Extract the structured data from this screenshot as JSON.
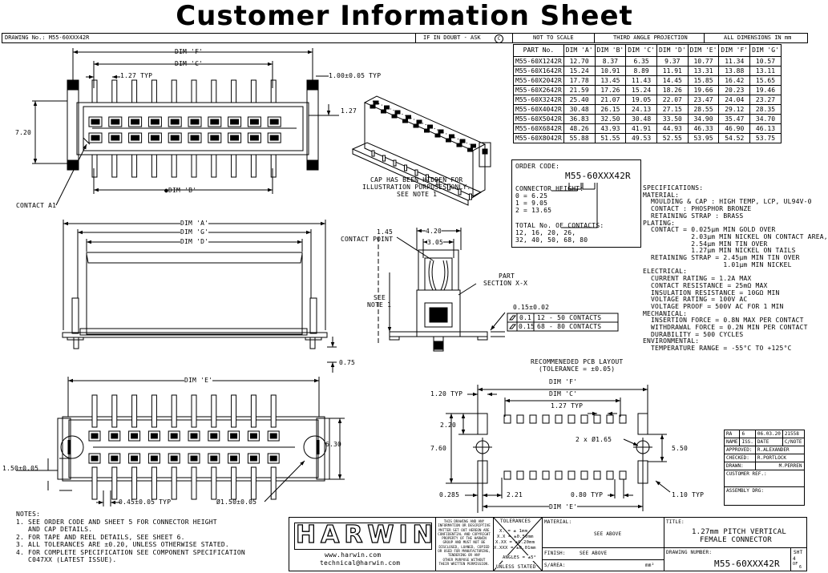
{
  "title": "Customer Information Sheet",
  "header": {
    "drawing_no": "DRAWING No.: M55-60XXX42R",
    "if_in_doubt": "IF IN DOUBT - ASK",
    "copyright_symbol": "C",
    "not_to_scale": "NOT TO SCALE",
    "projection": "THIRD ANGLE PROJECTION",
    "dimensions": "ALL DIMENSIONS IN mm"
  },
  "part_table": {
    "columns": [
      "PART No.",
      "DIM 'A'",
      "DIM 'B'",
      "DIM 'C'",
      "DIM 'D'",
      "DIM 'E'",
      "DIM 'F'",
      "DIM 'G'"
    ],
    "rows": [
      [
        "M55-60X1242R",
        "12.70",
        "8.37",
        "6.35",
        "9.37",
        "10.77",
        "11.34",
        "10.57"
      ],
      [
        "M55-60X1642R",
        "15.24",
        "10.91",
        "8.89",
        "11.91",
        "13.31",
        "13.88",
        "13.11"
      ],
      [
        "M55-60X2042R",
        "17.78",
        "13.45",
        "11.43",
        "14.45",
        "15.85",
        "16.42",
        "15.65"
      ],
      [
        "M55-60X2642R",
        "21.59",
        "17.26",
        "15.24",
        "18.26",
        "19.66",
        "20.23",
        "19.46"
      ],
      [
        "M55-60X3242R",
        "25.40",
        "21.07",
        "19.05",
        "22.07",
        "23.47",
        "24.04",
        "23.27"
      ],
      [
        "M55-60X4042R",
        "30.48",
        "26.15",
        "24.13",
        "27.15",
        "28.55",
        "29.12",
        "28.35"
      ],
      [
        "M55-60X5042R",
        "36.83",
        "32.50",
        "30.48",
        "33.50",
        "34.90",
        "35.47",
        "34.70"
      ],
      [
        "M55-60X6842R",
        "48.26",
        "43.93",
        "41.91",
        "44.93",
        "46.33",
        "46.90",
        "46.13"
      ],
      [
        "M55-60X8042R",
        "55.88",
        "51.55",
        "49.53",
        "52.55",
        "53.95",
        "54.52",
        "53.75"
      ]
    ]
  },
  "order_code": {
    "label": "ORDER CODE:",
    "code": "M55-60XXX42R",
    "height_title": "CONNECTOR HEIGHT:",
    "heights": [
      "0 = 6.25",
      "1 = 9.05",
      "2 = 13.65"
    ],
    "contacts_title": "TOTAL No. OF CONTACTS:",
    "contacts_1": "12, 16, 20, 26,",
    "contacts_2": "32, 40, 50, 68, 80"
  },
  "specs": [
    "SPECIFICATIONS:",
    "MATERIAL:",
    "  MOULDING & CAP : HIGH TEMP, LCP, UL94V-0",
    "  CONTACT : PHOSPHOR BRONZE",
    "  RETAINING STRAP : BRASS",
    "PLATING:",
    "  CONTACT = 0.025µm MIN GOLD OVER",
    "            2.03µm MIN NICKEL ON CONTACT AREA,",
    "            2.54µm MIN TIN OVER",
    "            1.27µm MIN NICKEL ON TAILS",
    "  RETAINING STRAP = 2.45µm MIN TIN OVER",
    "                    1.01µm MIN NICKEL",
    "ELECTRICAL:",
    "  CURRENT RATING = 1.2A MAX",
    "  CONTACT RESISTANCE = 25mΩ MAX",
    "  INSULATION RESISTANCE = 10GΩ MIN",
    "  VOLTAGE RATING = 100V AC",
    "  VOLTAGE PROOF = 500V AC FOR 1 MIN",
    "MECHANICAL:",
    "  INSERTION FORCE = 0.8N MAX PER CONTACT",
    "  WITHDRAWAL FORCE = 0.2N MIN PER CONTACT",
    "  DURABILITY = 500 CYCLES",
    "ENVIRONMENTAL:",
    "  TEMPERATURE RANGE = -55°C TO +125°C"
  ],
  "labels": {
    "dim_f": "DIM 'F'",
    "dim_c": "DIM 'C'",
    "typ_127": "1.27 TYP",
    "typ_100": "1.00±0.05 TYP",
    "dim_127": "1.27",
    "dim_720": "7.20",
    "dim_b": "●DIM 'B'",
    "contact_a1": "CONTACT A1",
    "cap_note_1": "CAP HAS BEEN HIDDEN FOR",
    "cap_note_2": "ILLUSTRATION PURPOSES ONLY.",
    "cap_note_3": "SEE NOTE 1",
    "dim_a": "DIM 'A'",
    "dim_g": "DIM 'G'",
    "dim_d": "DIM 'D'",
    "dim_075": "0.75",
    "dim_145": "1.45",
    "contact_point": "CONTACT POINT",
    "dim_420": "4.20",
    "dim_305": "3.05",
    "see_note_1": "SEE",
    "see_note_2": "NOTE 1",
    "part_section_1": "PART",
    "part_section_2": "SECTION X-X",
    "flat_015": "0.15±0.02",
    "tol_01": "0.1",
    "tol_01_text": "12 - 50 CONTACTS",
    "tol_015": "0.15",
    "tol_015_text": "68 - 80 CONTACTS",
    "dim_e": "DIM 'E'",
    "dim_630": "6.30",
    "dim_150": "1.50±0.05",
    "dim_045": "0.45±0.05 TYP",
    "dia_150": "Ø1.50±0.05",
    "pcb_title_1": "RECOMMENEDED PCB LAYOUT",
    "pcb_title_2": "(TOLERANCE = ±0.05)",
    "pcb_dim_f": "DIM 'F'",
    "pcb_dim_c": "DIM 'C'",
    "pcb_120": "1.20 TYP",
    "pcb_127": "1.27 TYP",
    "pcb_220": "2.20",
    "pcb_760": "7.60",
    "pcb_hole": "2 x Ø1.65",
    "pcb_550": "5.50",
    "pcb_0285": "0.285",
    "pcb_221": "2.21",
    "pcb_080": "0.80 TYP",
    "pcb_110": "1.10 TYP",
    "pcb_dim_e": "DIM 'E'"
  },
  "notes": [
    "NOTES:",
    "1. SEE ORDER CODE AND SHEET 5 FOR CONNECTOR HEIGHT",
    "   AND CAP DETAILS.",
    "2. FOR TAPE AND REEL DETAILS, SEE SHEET 6.",
    "3. ALL TOLERANCES ARE ±0.20, UNLESS OTHERWISE STATED.",
    "4. FOR COMPLETE SPECIFICATION SEE COMPONENT SPECIFICATION",
    "   C047XX (LATEST ISSUE)."
  ],
  "title_block": {
    "logo": "HARWIN",
    "web": "www.harwin.com",
    "email": "technical@harwin.com",
    "confidential": [
      "THIS DRAWING AND ANY",
      "INFORMATION OR DESCRIPTIVE",
      "MATTER SET OUT HEREON ARE",
      "CONFIDENTIAL AND COPYRIGHT",
      "PROPERTY OF THE HARWIN",
      "GROUP AND MUST NOT BE",
      "DISCLOSED, LOANED, COPIED",
      "OR USED FOR MANUFACTURING,",
      "TENDERING OR ANY",
      "OTHER PURPOSE WITHOUT",
      "THEIR WRITTEN PERMISSION."
    ],
    "tolerances": "TOLERANCES",
    "tol_lines": [
      "X. = ± 1mm",
      "X.X = ±0.50mm",
      "X.XX = ±0.20mm",
      "X.XXX = ±0.01mm"
    ],
    "angles": "ANGLES = ±5°",
    "unless": "UNLESS STATED",
    "material_label": "MATERIAL:",
    "material_value": "SEE ABOVE",
    "finish_label": "FINISH:",
    "finish_value": "SEE ABOVE",
    "sarea_label": "S/AREA:",
    "sarea_unit": "mm²",
    "title_label": "TITLE:",
    "title_1": "1.27mm PITCH VERTICAL",
    "title_2": "FEMALE CONNECTOR",
    "drawing_label": "DRAWING NUMBER:",
    "drawing_number": "M55-60XXX42R",
    "sht_label": "SHT",
    "sht_num": "4",
    "sht_of": "OF",
    "sht_total": "6"
  },
  "revision": {
    "rows": [
      [
        "RA",
        "6",
        "06.03.20",
        "21558"
      ],
      [
        "NAME",
        "ISS.",
        "DATE",
        "C/NOTE"
      ]
    ],
    "approved_label": "APPROVED:",
    "approved": "R.ALEXANDER",
    "checked_label": "CHECKED:",
    "checked": "R.PORTLOCK",
    "drawn_label": "DRAWN:",
    "drawn": "M.PERREN",
    "customer_ref": "CUSTOMER REF.:",
    "assembly": "ASSEMBLY DRG:"
  }
}
